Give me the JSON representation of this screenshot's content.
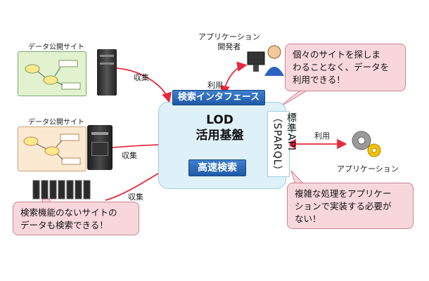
{
  "sites": [
    {
      "label": "データ公開サイト"
    },
    {
      "label": "データ公開サイト"
    }
  ],
  "collect_label": "収集",
  "use_label": "利用",
  "developer_label": [
    "アプリケーション",
    "開発者"
  ],
  "app_label": "アプリケーション",
  "lod": {
    "title_line1": "LOD",
    "title_line2": "活用基盤"
  },
  "search_interface": "検索インタフェース",
  "fast_search": "高速検索",
  "api": {
    "line1": "標準API",
    "line2": "（SPARQL）"
  },
  "callouts": {
    "top_right": [
      "個々のサイトを探しま",
      "わることなく、データを",
      "利用できる！"
    ],
    "bottom_right": [
      "複雑な処理をアプリケー",
      "ションで実装する必要が",
      "ない！"
    ],
    "bottom_left": [
      "検索機能のないサイトの",
      "データも検索できる！"
    ]
  },
  "colors": {
    "arrow": "#e8283c",
    "button": "#1f5aa8",
    "callout": "#f8d7dc",
    "lod_box": "#dff1f8"
  }
}
